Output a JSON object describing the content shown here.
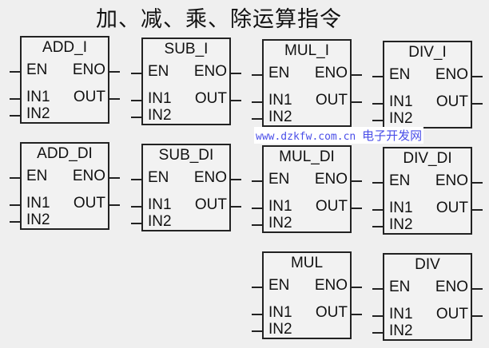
{
  "title": "加、减、乘、除运算指令",
  "watermark": {
    "url": "www.dzkfw.com.cn",
    "name": "电子开发网"
  },
  "pins": {
    "en": "EN",
    "eno": "ENO",
    "in1": "IN1",
    "in2": "IN2",
    "out": "OUT"
  },
  "blocks": [
    {
      "name": "ADD_I"
    },
    {
      "name": "SUB_I"
    },
    {
      "name": "MUL_I"
    },
    {
      "name": "DIV_I"
    },
    {
      "name": "ADD_DI"
    },
    {
      "name": "SUB_DI"
    },
    {
      "name": "MUL_DI"
    },
    {
      "name": "DIV_DI"
    },
    {
      "name": "MUL"
    },
    {
      "name": "DIV"
    }
  ]
}
